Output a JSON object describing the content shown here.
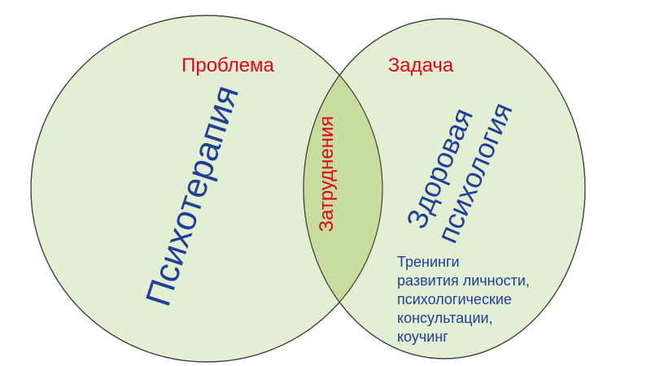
{
  "colors": {
    "circle_fill": "#e2efd2",
    "circle_stroke": "#3f3f3f",
    "overlap_fill": "#c6dd9e",
    "red_text": "#e8001c",
    "blue_text": "#1f3f9a"
  },
  "left_circle": {
    "top_label": "Проблема",
    "main_label": "Психотерапия"
  },
  "overlap": {
    "label": "Затруднения"
  },
  "right_circle": {
    "top_label": "Задача",
    "main_label_line1": "Здоровая",
    "main_label_line2": "психология",
    "note_lines": [
      "Тренинги",
      "развития личности,",
      "психологические",
      "консультации,",
      "коучинг"
    ]
  }
}
